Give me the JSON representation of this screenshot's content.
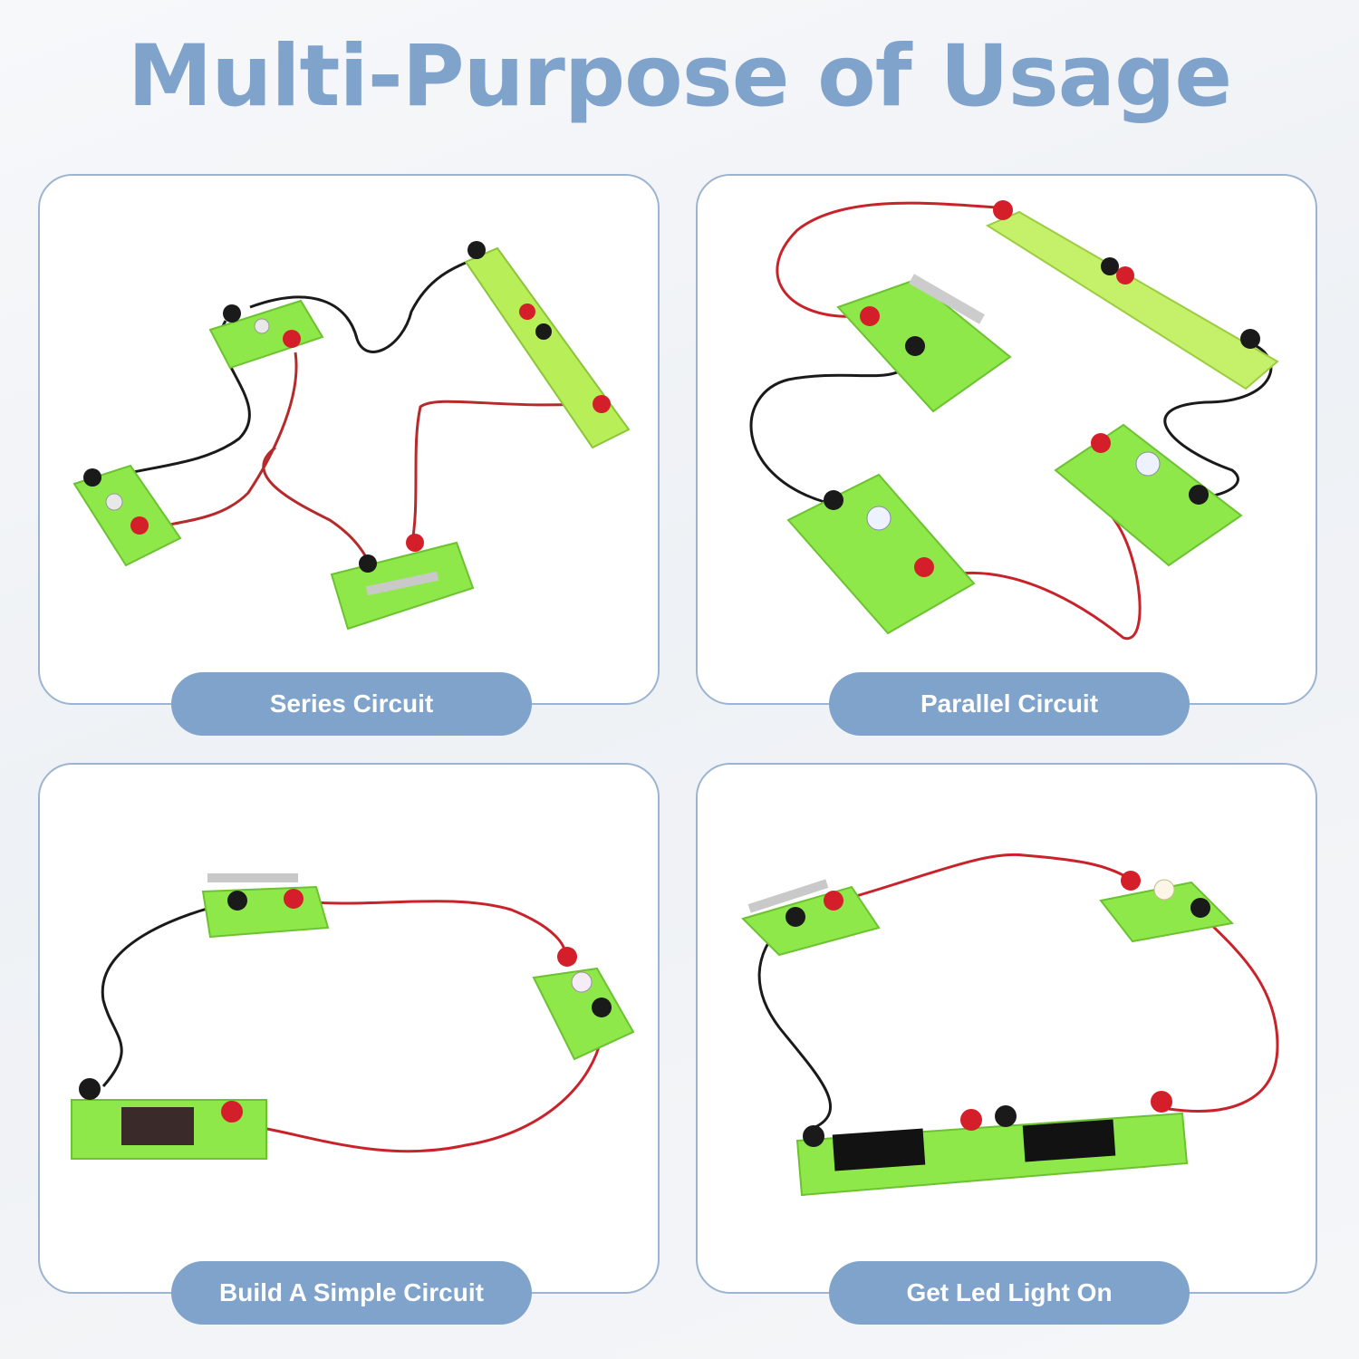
{
  "header": {
    "title": "Multi-Purpose of Usage"
  },
  "panels": [
    {
      "label": "Series Circuit"
    },
    {
      "label": "Parallel Circuit"
    },
    {
      "label": "Build A Simple Circuit"
    },
    {
      "label": "Get Led Light On"
    }
  ],
  "colors": {
    "accent": "#7fa3cb",
    "board_green": "#8fe84a",
    "wire_red": "#c8232b",
    "wire_black": "#1a1a1a"
  }
}
